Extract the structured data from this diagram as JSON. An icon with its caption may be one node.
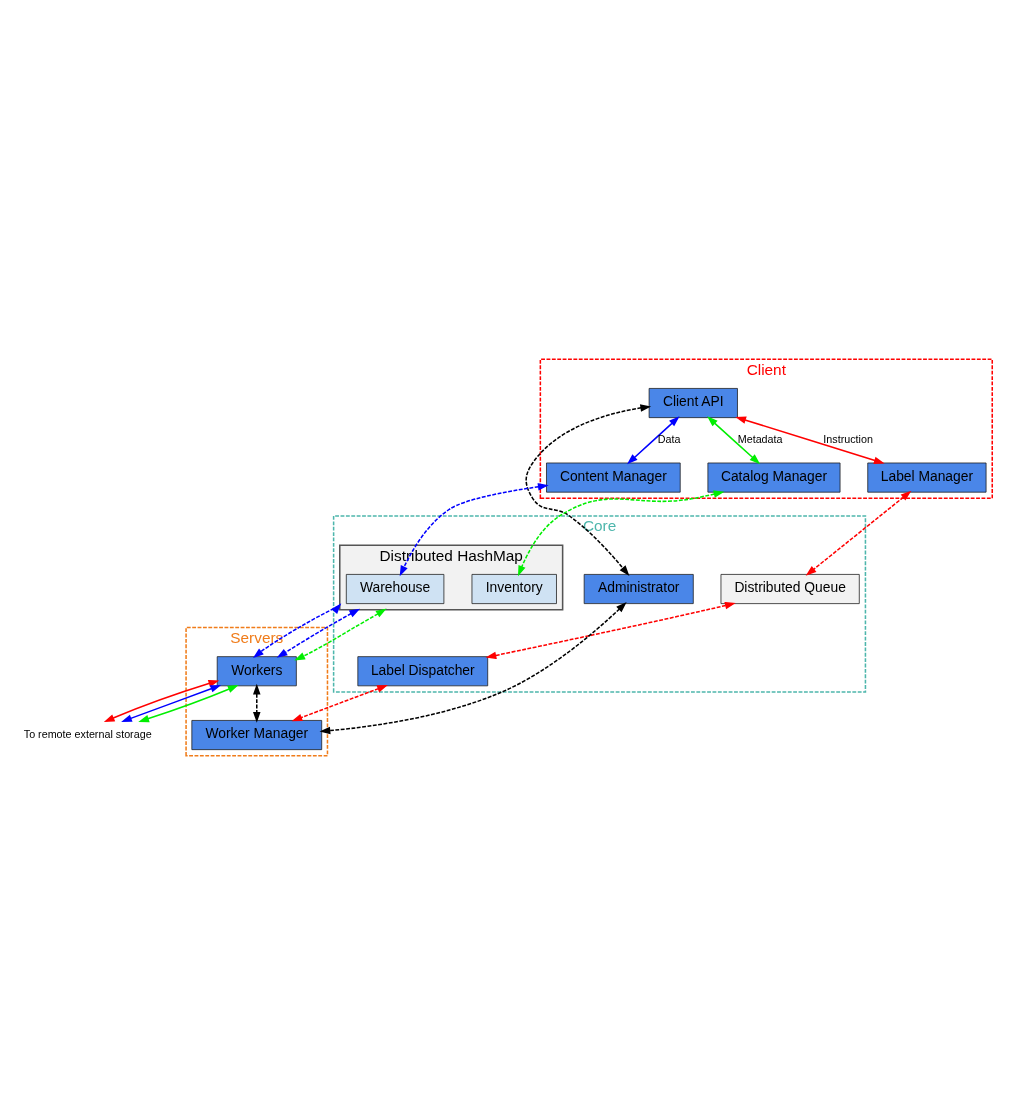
{
  "diagram": {
    "nodes": [
      {
        "text": [
          "Client"
        ]
      },
      {
        "text": [
          "Client API"
        ],
        "in": 0
      },
      {
        "text": [
          "Label Manager"
        ],
        "in": 0
      },
      {
        "text": [
          "Content Manager"
        ],
        "in": 0
      },
      {
        "text": [
          "Catalog Manager"
        ],
        "in": 0
      },
      {
        "text": [
          "Core"
        ]
      },
      {
        "text": [
          "Distributed Queue"
        ],
        "in": 5
      },
      {
        "text": [
          "Distributed HashMap"
        ],
        "in": 5
      },
      {
        "text": [
          "Warehouse"
        ],
        "in": 7
      },
      {
        "text": [
          "Inventory"
        ],
        "in": 7
      },
      {
        "text": [
          "Label Dispatcher"
        ],
        "in": 5
      },
      {
        "text": [
          "Administrator"
        ],
        "in": 5
      },
      {
        "text": [
          "Servers"
        ]
      },
      {
        "text": [
          "Workers"
        ],
        "in": 12
      },
      {
        "text": [
          "Worker Manager"
        ],
        "in": 12
      },
      {
        "text": [
          "To remote external storage"
        ]
      }
    ],
    "edges": [
      {
        "from": 1,
        "to": 2,
        "arrow": "both",
        "label": "Instruction",
        "color": "#ff0000"
      },
      {
        "from": 1,
        "to": 3,
        "arrow": "both",
        "label": "Data",
        "color": "#0000ff"
      },
      {
        "from": 1,
        "to": 4,
        "arrow": "both",
        "label": "Metadata",
        "color": "#00ee00"
      },
      {
        "from": 1,
        "to": 11,
        "arrow": "both",
        "style": "dashed",
        "color": "#000000"
      },
      {
        "from": 2,
        "to": 6,
        "arrow": "both",
        "style": "dashed",
        "color": "#ff0000"
      },
      {
        "from": 3,
        "to": 8,
        "arrow": "both",
        "style": "dashed",
        "color": "#0000ff"
      },
      {
        "from": 4,
        "to": 9,
        "arrow": "both",
        "style": "dashed",
        "color": "#00ee00"
      },
      {
        "from": 6,
        "to": 10,
        "arrow": "both",
        "style": "dashed",
        "color": "#ff0000"
      },
      {
        "from": 7,
        "to": 13,
        "arrow": "both",
        "style": "dashed",
        "color": "#0000ff"
      },
      {
        "from": 7,
        "to": 13,
        "arrow": "both",
        "style": "dashed",
        "color": "#0000ff"
      },
      {
        "from": 7,
        "to": 13,
        "arrow": "both",
        "style": "dashed",
        "color": "#00ee00"
      },
      {
        "from": 13,
        "to": 15,
        "arrow": "both",
        "color": "#ff0000"
      },
      {
        "from": 13,
        "to": 15,
        "arrow": "both",
        "color": "#0000ff"
      },
      {
        "from": 13,
        "to": 15,
        "arrow": "both",
        "color": "#00ee00"
      },
      {
        "from": 10,
        "to": 14,
        "arrow": "both",
        "style": "dashed",
        "color": "#ff0000"
      },
      {
        "from": 13,
        "to": 14,
        "arrow": "both",
        "style": "dashed",
        "color": "#000000"
      },
      {
        "from": 11,
        "to": 14,
        "arrow": "both",
        "style": "dashed",
        "color": "#000000"
      }
    ]
  }
}
